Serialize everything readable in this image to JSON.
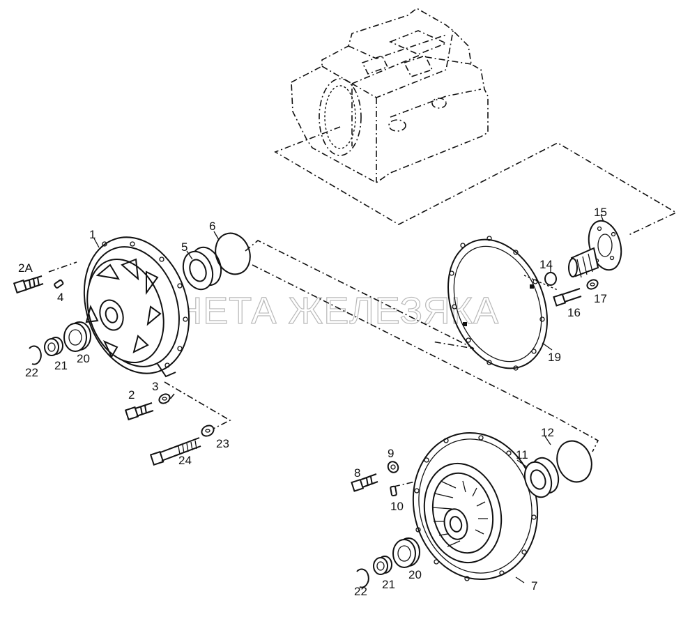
{
  "watermark": "ПЛАНЕТА ЖЕЛЕЗЯКА",
  "callouts": {
    "c1": "1",
    "c2a": "2A",
    "c4": "4",
    "c5": "5",
    "c6": "6",
    "c22a": "22",
    "c21a": "21",
    "c20a": "20",
    "c2": "2",
    "c3": "3",
    "c23": "23",
    "c24": "24",
    "c14": "14",
    "c15": "15",
    "c16": "16",
    "c17": "17",
    "c19": "19",
    "c8": "8",
    "c9": "9",
    "c10": "10",
    "c11": "11",
    "c12": "12",
    "c22b": "22",
    "c21b": "21",
    "c20b": "20",
    "c7": "7"
  }
}
